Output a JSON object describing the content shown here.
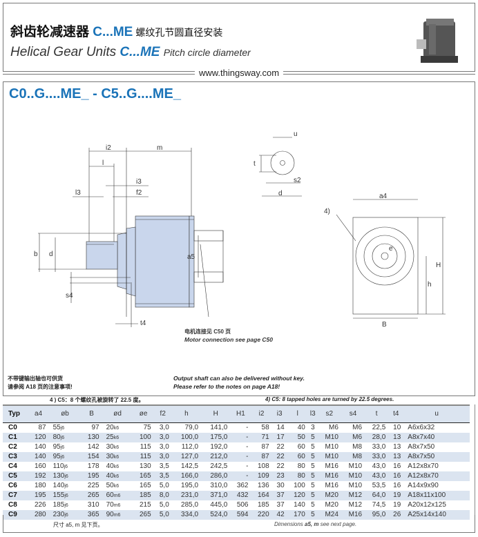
{
  "header": {
    "title_zh": "斜齿轮减速器",
    "title_code": "C...ME",
    "subtitle_zh": "螺纹孔节圆直径安装",
    "title_en": "Helical Gear Units",
    "title_en_code": "C...ME",
    "subtitle_en": "Pitch circle diameter"
  },
  "url": "www.thingsway.com",
  "section": {
    "title": "C0..G....ME_ - C5..G....ME_"
  },
  "drawing": {
    "labels": {
      "i2": "i2",
      "m": "m",
      "l": "l",
      "i3": "i3",
      "l3": "l3",
      "f2": "f2",
      "b": "b",
      "d": "d",
      "s4": "s4",
      "t4": "t4",
      "a5": "a5",
      "u": "u",
      "t": "t",
      "s2": "s2",
      "d2": "d",
      "a4": "a4",
      "note4": "4)",
      "H": "H",
      "h": "h",
      "B": "B",
      "e": "e"
    },
    "motor_zh": "电机连接见 C50 页",
    "motor_en": "Motor connection see page C50"
  },
  "notes": {
    "key_zh_1": "不带键输出轴也可供货",
    "key_zh_2": "请参阅 A18 页的注意事项!",
    "key_en_1": "Output shaft can also be delivered without key.",
    "key_en_2": "Please refer to the notes on page A18!",
    "note4_zh": "4 ) C5：8 个螺纹孔被旋转了 22.5 度。",
    "note4_en": "4) C5: 8 tapped holes are turned by 22.5 degrees."
  },
  "table": {
    "headers": [
      "Typ",
      "a4",
      "øb",
      "B",
      "ød",
      "øe",
      "f2",
      "h",
      "H",
      "H1",
      "i2",
      "i3",
      "l",
      "l3",
      "s2",
      "s4",
      "t",
      "t4",
      "u"
    ],
    "rows": [
      [
        "C0",
        "87",
        "55",
        "j6",
        "97",
        "20",
        "k6",
        "75",
        "3,0",
        "79,0",
        "141,0",
        "-",
        "58",
        "14",
        "40",
        "3",
        "M6",
        "M6",
        "22,5",
        "10",
        "A6x6x32"
      ],
      [
        "C1",
        "120",
        "80",
        "j6",
        "130",
        "25",
        "k6",
        "100",
        "3,0",
        "100,0",
        "175,0",
        "-",
        "71",
        "17",
        "50",
        "5",
        "M10",
        "M6",
        "28,0",
        "13",
        "A8x7x40"
      ],
      [
        "C2",
        "140",
        "95",
        "j6",
        "142",
        "30",
        "k6",
        "115",
        "3,0",
        "112,0",
        "192,0",
        "-",
        "87",
        "22",
        "60",
        "5",
        "M10",
        "M8",
        "33,0",
        "13",
        "A8x7x50"
      ],
      [
        "C3",
        "140",
        "95",
        "j6",
        "154",
        "30",
        "k6",
        "115",
        "3,0",
        "127,0",
        "212,0",
        "-",
        "87",
        "22",
        "60",
        "5",
        "M10",
        "M8",
        "33,0",
        "13",
        "A8x7x50"
      ],
      [
        "C4",
        "160",
        "110",
        "j6",
        "178",
        "40",
        "k6",
        "130",
        "3,5",
        "142,5",
        "242,5",
        "-",
        "108",
        "22",
        "80",
        "5",
        "M16",
        "M10",
        "43,0",
        "16",
        "A12x8x70"
      ],
      [
        "C5",
        "192",
        "130",
        "j6",
        "195",
        "40",
        "k6",
        "165",
        "3,5",
        "166,0",
        "286,0",
        "-",
        "109",
        "23",
        "80",
        "5",
        "M16",
        "M10",
        "43,0",
        "16",
        "A12x8x70"
      ],
      [
        "C6",
        "180",
        "140",
        "j6",
        "225",
        "50",
        "k6",
        "165",
        "5,0",
        "195,0",
        "310,0",
        "362",
        "136",
        "30",
        "100",
        "5",
        "M16",
        "M10",
        "53,5",
        "16",
        "A14x9x90"
      ],
      [
        "C7",
        "195",
        "155",
        "j6",
        "265",
        "60",
        "m6",
        "185",
        "8,0",
        "231,0",
        "371,0",
        "432",
        "164",
        "37",
        "120",
        "5",
        "M20",
        "M12",
        "64,0",
        "19",
        "A18x11x100"
      ],
      [
        "C8",
        "226",
        "185",
        "j6",
        "310",
        "70",
        "m6",
        "215",
        "5,0",
        "285,0",
        "445,0",
        "506",
        "185",
        "37",
        "140",
        "5",
        "M20",
        "M12",
        "74,5",
        "19",
        "A20x12x125"
      ],
      [
        "C9",
        "280",
        "230",
        "j6",
        "365",
        "90",
        "m6",
        "265",
        "5,0",
        "334,0",
        "524,0",
        "594",
        "220",
        "42",
        "170",
        "5",
        "M24",
        "M16",
        "95,0",
        "26",
        "A25x14x140"
      ]
    ]
  },
  "footer": {
    "zh": "尺寸 a5, m 见下页。",
    "en_pre": "Dimensions ",
    "en_bold": "a5, m",
    "en_post": " see next page."
  },
  "colors": {
    "accent": "#1a73b8",
    "fill": "#c9d6ec",
    "row_alt": "#dbe4f0"
  }
}
